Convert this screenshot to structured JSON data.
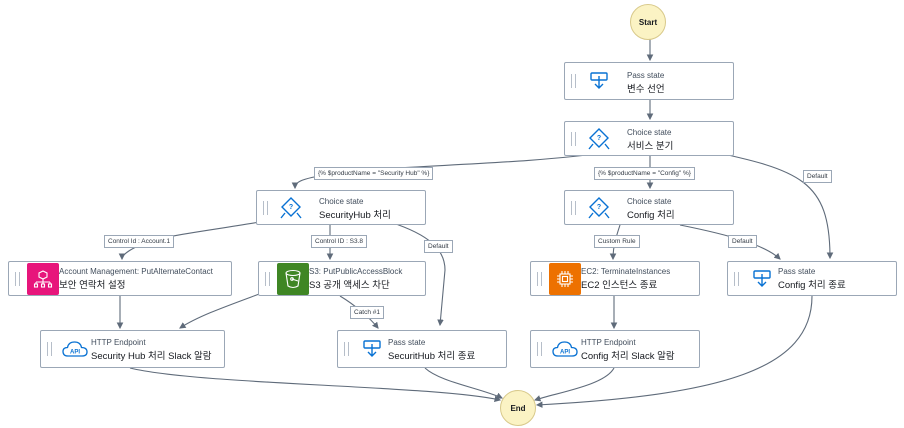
{
  "start": "Start",
  "end": "End",
  "nodes": {
    "pass_vars": {
      "type": "Pass state",
      "name": "변수 선언",
      "icon": "pass-state-icon"
    },
    "choice_svc": {
      "type": "Choice state",
      "name": "서비스 분기",
      "icon": "choice-state-icon"
    },
    "choice_sh": {
      "type": "Choice state",
      "name": "SecurityHub 처리",
      "icon": "choice-state-icon"
    },
    "choice_cfg": {
      "type": "Choice state",
      "name": "Config 처리",
      "icon": "choice-state-icon"
    },
    "acct": {
      "type": "Account Management: PutAlternateContact",
      "name": "보안 연락처 설정",
      "icon": "organizations-icon"
    },
    "s3": {
      "type": "S3: PutPublicAccessBlock",
      "name": "S3 공개 액세스 차단",
      "icon": "s3-bucket-icon"
    },
    "ec2": {
      "type": "EC2: TerminateInstances",
      "name": "EC2 인스턴스 종료",
      "icon": "ec2-chip-icon"
    },
    "pass_cfg_end": {
      "type": "Pass state",
      "name": "Config 처리 종료",
      "icon": "pass-state-icon"
    },
    "http_sh": {
      "type": "HTTP Endpoint",
      "name": "Security Hub 처리 Slack 알람",
      "icon": "api-cloud-icon"
    },
    "pass_sh_end": {
      "type": "Pass state",
      "name": "SecuritHub 처리 종료",
      "icon": "pass-state-icon"
    },
    "http_cfg": {
      "type": "HTTP Endpoint",
      "name": "Config 처리 Slack 알람",
      "icon": "api-cloud-icon"
    }
  },
  "edge_labels": {
    "sh_rule": "{% $productName = \"Security Hub\" %}",
    "cfg_rule": "{% $productName = \"Config\" %}",
    "svc_default": "Default",
    "control_acct": "Control Id : Account.1",
    "control_s3": "Control ID : S3.8",
    "sh_default": "Default",
    "custom_rule": "Custom Rule",
    "cfg_default": "Default",
    "catch": "Catch #1"
  },
  "colors": {
    "border": "#9ba7b6",
    "edge": "#5f6b7a",
    "pass_icon": "#0972d3",
    "organizations": "#e7157b",
    "s3": "#3f8624",
    "ec2": "#ed7100",
    "start_end_fill": "#fbf3c4"
  }
}
